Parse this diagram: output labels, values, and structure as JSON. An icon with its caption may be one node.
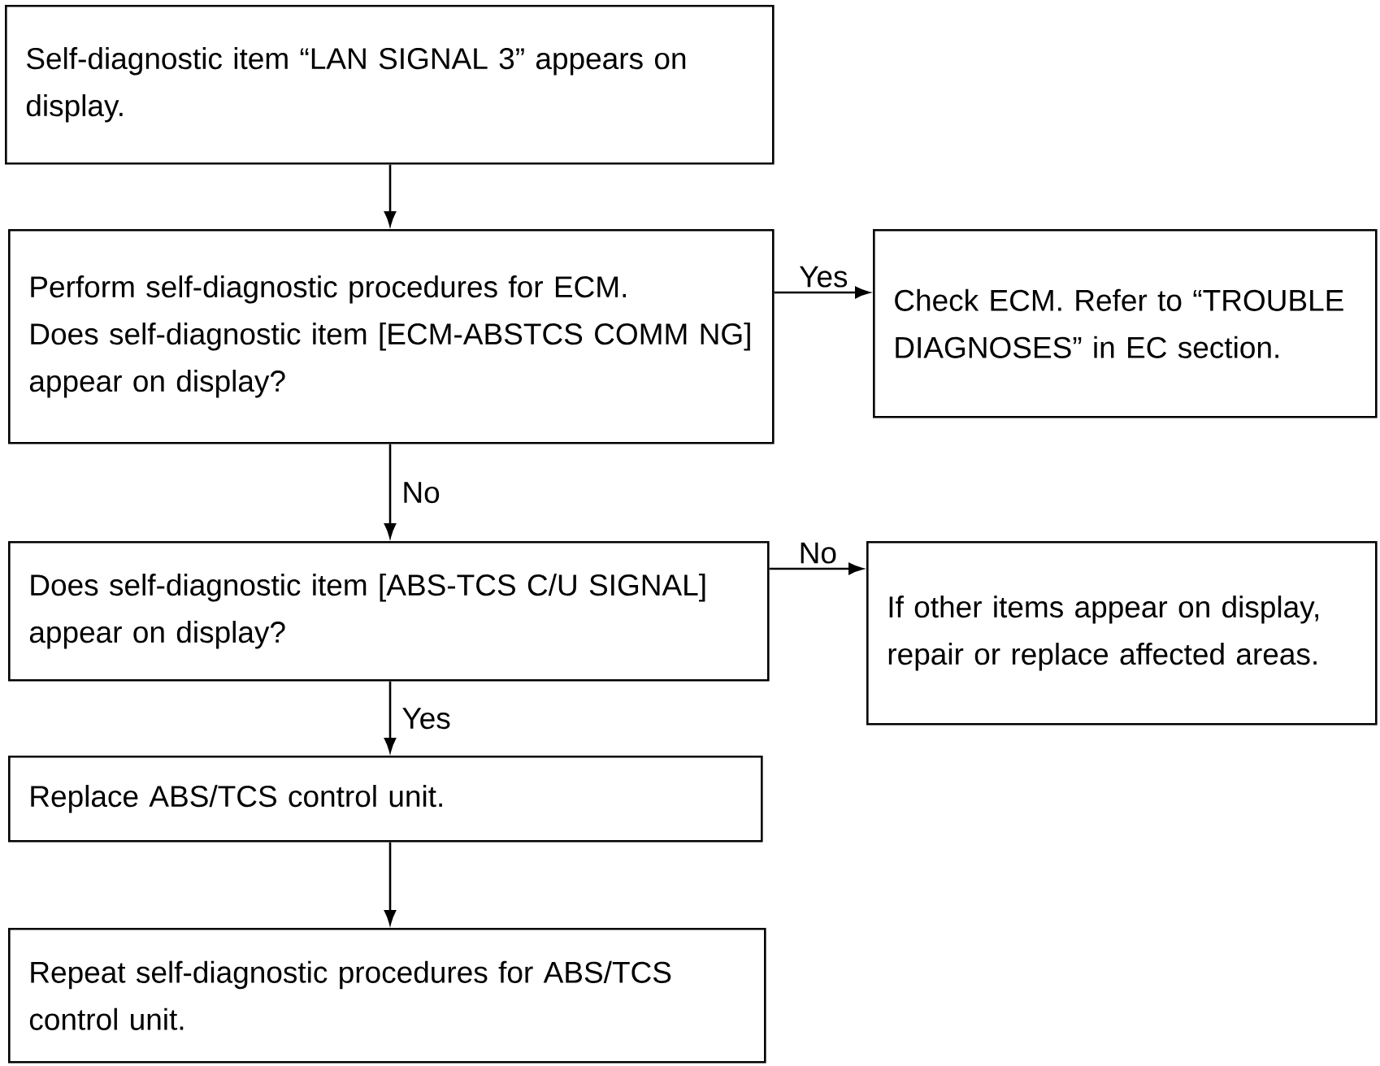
{
  "diagram": {
    "nodes": [
      {
        "text": [
          "Self-diagnostic item “LAN SIGNAL 3” appears on display."
        ]
      },
      {
        "text": [
          "Perform self-diagnostic procedures for ECM.",
          "Does self-diagnostic item [ECM-ABSTCS COMM NG] appear on display?"
        ]
      },
      {
        "text": [
          "Check ECM. Refer to “TROUBLE DIAGNOSES” in EC section."
        ]
      },
      {
        "text": [
          "Does self-diagnostic item [ABS-TCS C/U SIGNAL] appear on display?"
        ]
      },
      {
        "text": [
          "If other items appear on display, repair or replace affected areas."
        ]
      },
      {
        "text": [
          "Replace ABS/TCS control unit."
        ]
      },
      {
        "text": [
          "Repeat self-diagnostic procedures for ABS/TCS control unit."
        ]
      }
    ],
    "edges": [
      {
        "from": 0,
        "to": 1,
        "arrow": "to"
      },
      {
        "from": 1,
        "to": 2,
        "arrow": "to",
        "label": "Yes"
      },
      {
        "from": 1,
        "to": 3,
        "arrow": "to",
        "label": "No"
      },
      {
        "from": 3,
        "to": 4,
        "arrow": "to",
        "label": "No"
      },
      {
        "from": 3,
        "to": 5,
        "arrow": "to",
        "label": "Yes"
      },
      {
        "from": 5,
        "to": 6,
        "arrow": "to"
      }
    ]
  }
}
